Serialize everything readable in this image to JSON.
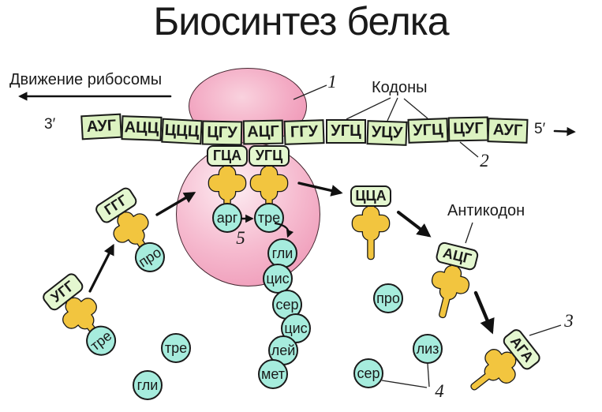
{
  "title": "Биосинтез белка",
  "labels": {
    "movement": "Движение рибосомы",
    "codons": "Кодоны",
    "anticodon": "Антикодон",
    "prime3": "3′",
    "prime5": "5′"
  },
  "mrna": {
    "codons": [
      "АУГ",
      "АЦЦ",
      "ЦЦЦ",
      "ЦГУ",
      "АЦГ",
      "ГГУ",
      "УГЦ",
      "УЦУ",
      "УГЦ",
      "ЦУГ",
      "АУГ"
    ]
  },
  "trnas": [
    {
      "anticodon": "ГЦА",
      "amino": "арг",
      "location": "ribosome-p-site"
    },
    {
      "anticodon": "УГЦ",
      "amino": "тре",
      "location": "ribosome-a-site"
    },
    {
      "anticodon": "ГГГ",
      "amino": "про",
      "location": "approaching-left"
    },
    {
      "anticodon": "УГГ",
      "amino": "тре",
      "location": "free-left"
    },
    {
      "anticodon": "ЦЦА",
      "amino": null,
      "location": "leaving-ribosome-right"
    },
    {
      "anticodon": "АЦГ",
      "amino": null,
      "location": "free-right"
    },
    {
      "anticodon": "АГА",
      "amino": null,
      "location": "free-bottom-right"
    }
  ],
  "protein_chain": [
    "гли",
    "цис",
    "сер",
    "цис",
    "лей",
    "мет"
  ],
  "free_amino_acids": [
    "тре",
    "гли",
    "про",
    "лиз",
    "сер"
  ],
  "callouts": [
    "1",
    "2",
    "3",
    "4",
    "5"
  ],
  "colors": {
    "codon_fill": "#dcf2c1",
    "anticodon_fill": "#e4f7d0",
    "trna_fill": "#f2c53f",
    "amino_fill": "#a6ecdd",
    "ribosome_edge": "#ec8cae",
    "ribosome_light": "#fdeef3",
    "outline": "#1a1a1a"
  }
}
